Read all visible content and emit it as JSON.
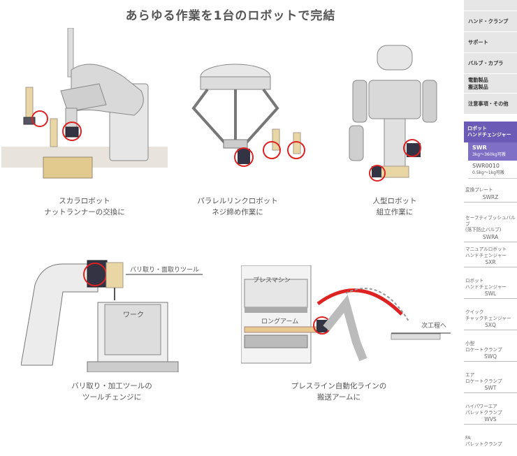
{
  "title": "あらゆる作業を1台のロボットで完結",
  "captions": {
    "scara": [
      "スカラロボット",
      "ナットランナーの交換に"
    ],
    "parallel": [
      "パラレルリンクロボット",
      "ネジ締め作業に"
    ],
    "humanoid": [
      "人型ロボット",
      "組立作業に"
    ],
    "deburr": [
      "バリ取り・加工ツールの",
      "ツールチェンジに"
    ],
    "press": [
      "プレスライン自動化ラインの",
      "搬送アームに"
    ]
  },
  "figure_labels": {
    "deburr_tool": "バリ取り・面取りツール",
    "work": "ワーク",
    "press_machine": "プレスマシン",
    "long_arm": "ロングアーム",
    "next_process": "次工程へ"
  },
  "sidebar": {
    "groups": [
      "ハンド・クランプ",
      "サポート",
      "バルブ・カプラ",
      "電動製品\n搬送製品",
      "注意事項・その他"
    ],
    "highlight": "ロボット\nハンドチェンジャー",
    "current": {
      "code": "SWR",
      "range": "3kg～360kg可搬"
    },
    "sub": {
      "code": "SWR0010",
      "range": "0.5kg～1kg可搬"
    },
    "items": [
      {
        "category": "変換プレート",
        "code": "SWRZ"
      },
      {
        "category": "セーフティブッシュバルブ\n(落下防止バルブ)",
        "code": "SWRA"
      },
      {
        "category": "マニュアルロボット\nハンドチェンジャー",
        "code": "SXR"
      },
      {
        "category": "ロボット\nハンドチェンジャー",
        "code": "SWL"
      },
      {
        "category": "クイック\nチャックチェンジャー",
        "code": "SXQ"
      },
      {
        "category": "小型\nロケートクランプ",
        "code": "SWQ"
      },
      {
        "category": "エア\nロケートクランプ",
        "code": "SWT"
      },
      {
        "category": "ハイパワーエア\nパレットクランプ",
        "code": "WVS"
      },
      {
        "category": "FA\nパレットクランプ",
        "code": ""
      }
    ]
  }
}
